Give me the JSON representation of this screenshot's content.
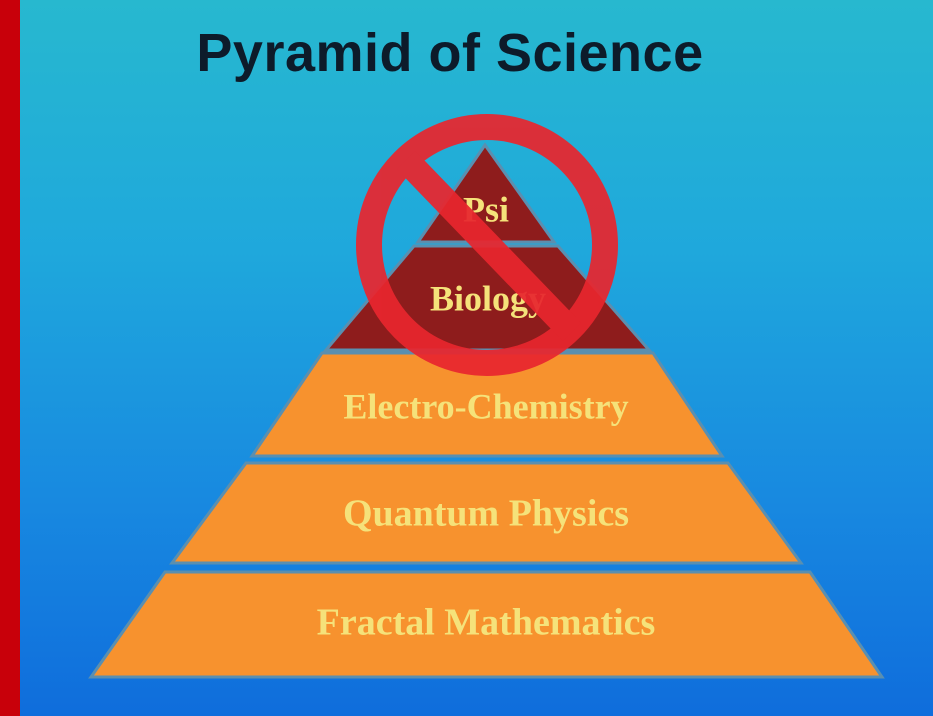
{
  "title": "Pyramid of Science",
  "layers": {
    "psi": "Psi",
    "biology": "Biology",
    "electro_chemistry": "Electro-Chemistry",
    "quantum_physics": "Quantum Physics",
    "fractal_mathematics": "Fractal Mathematics"
  },
  "colors": {
    "border": "#c8000a",
    "upper_layers": "#8e1c1c",
    "lower_layers": "#f7922e",
    "label_text": "#f5e27a",
    "prohibition_sign": "#e8262e"
  },
  "icons": {
    "prohibition": "no-entry-circle-icon"
  }
}
